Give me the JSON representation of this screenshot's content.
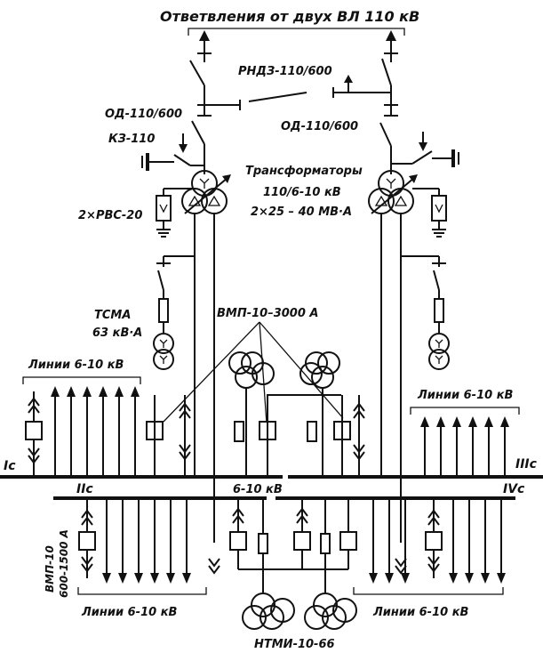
{
  "title": "Ответвления от двух ВЛ 110 кВ",
  "labels": {
    "rndz": "РНДЗ-110/600",
    "od_left": "ОД-110/600",
    "od_right": "ОД-110/600",
    "kz": "КЗ-110",
    "transformers_l1": "Трансформаторы",
    "transformers_l2": "110/6-10 кВ",
    "transformers_l3": "2×25 – 40 МВ·А",
    "rvs": "2×РВС-20",
    "tsma_l1": "ТСМА",
    "tsma_l2": "63 кВ·А",
    "vmp_main": "ВМП-10–3000 А",
    "lines_top_left": "Линии 6-10 кВ",
    "lines_top_right": "Линии 6-10 кВ",
    "lines_bottom_left": "Линии 6-10 кВ",
    "lines_bottom_right": "Линии 6-10 кВ",
    "bus_voltage": "6-10 кВ",
    "bus_1": "Iс",
    "bus_2": "IIс",
    "bus_3": "IIIс",
    "bus_4": "IVс",
    "vmp_feeder_l1": "ВМП-10",
    "vmp_feeder_l2": "600-1500 А",
    "ntmi": "НТМИ-10-66"
  }
}
